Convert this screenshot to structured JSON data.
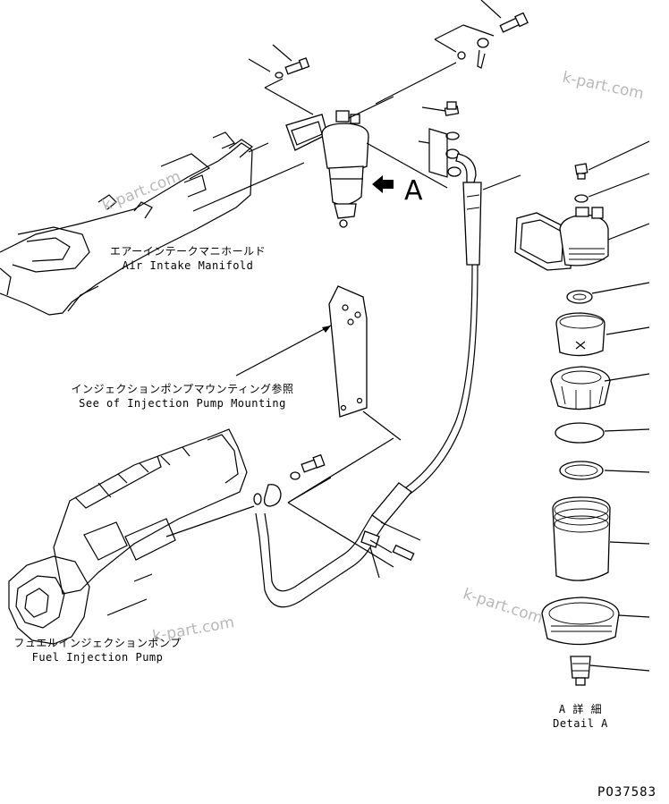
{
  "labels": {
    "manifold_jp": "エアーインテークマニホールド",
    "manifold_en": "Air Intake Manifold",
    "pump_mount_jp": "インジェクションポンプマウンティング参照",
    "pump_mount_en": "See of Injection Pump Mounting",
    "fuel_pump_jp": "フュエルインジェクションポンプ",
    "fuel_pump_en": "Fuel Injection Pump",
    "detail_jp": "A 詳 細",
    "detail_en": "Detail A",
    "view_marker": "A",
    "drawing_code": "PO37583"
  },
  "watermarks": [
    "k-part.com",
    "k-part.com",
    "k-part.com",
    "k-part.com"
  ],
  "colors": {
    "line": "#000000",
    "background": "#ffffff",
    "watermark": "#b8b8b8"
  }
}
